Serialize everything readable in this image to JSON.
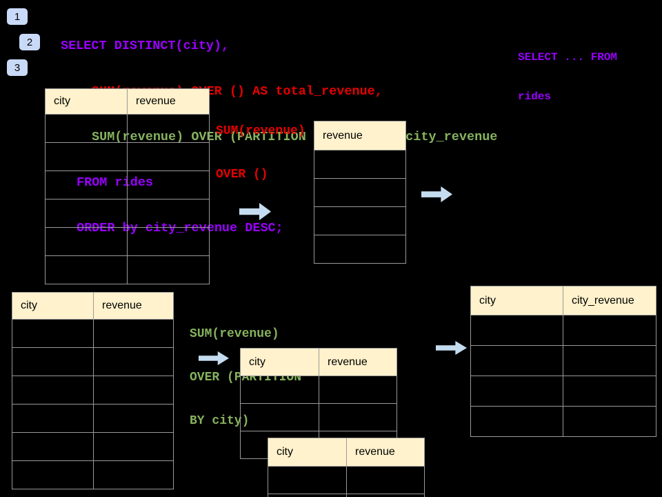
{
  "colors": {
    "background": "#000000",
    "sql_purple": "#9900FF",
    "sql_red": "#E60000",
    "sql_green": "#86B35E",
    "table_header_bg": "#FFF2CC",
    "table_border": "#9A9A9A",
    "arrow_fill": "#C5DCF0",
    "badge_bg": "#C9DAF8",
    "badge_text": "#000000"
  },
  "badges": [
    {
      "label": "1"
    },
    {
      "label": "2"
    },
    {
      "label": "3"
    }
  ],
  "sql_code": {
    "lines": [
      {
        "text": "SELECT DISTINCT(city),",
        "color": "purple"
      },
      {
        "text": "SUM(revenue) OVER () AS total_revenue,",
        "color": "red"
      },
      {
        "text": "SUM(revenue) OVER (PARTITION BY city) as city_revenue",
        "color": "green"
      },
      {
        "text": "FROM rides",
        "color": "purple"
      },
      {
        "text": "ORDER by city_revenue DESC;",
        "color": "purple"
      }
    ]
  },
  "side_note": {
    "lines": [
      "SELECT ... FROM",
      "rides"
    ]
  },
  "annotations": {
    "total": {
      "lines": [
        "SUM(revenue)",
        "OVER ()"
      ]
    },
    "partition": {
      "lines": [
        "SUM(revenue)",
        "OVER (PARTITION",
        "BY city)"
      ]
    }
  },
  "tables": {
    "source_top": {
      "headers": [
        "city",
        "revenue"
      ],
      "rows": [
        [
          "",
          ""
        ],
        [
          "",
          ""
        ],
        [
          "",
          ""
        ],
        [
          "",
          ""
        ],
        [
          "",
          ""
        ],
        [
          "",
          ""
        ]
      ]
    },
    "total_revenue": {
      "headers": [
        "revenue"
      ],
      "rows": [
        [
          ""
        ],
        [
          ""
        ],
        [
          ""
        ],
        [
          ""
        ]
      ]
    },
    "source_bottom": {
      "headers": [
        "city",
        "revenue"
      ],
      "rows": [
        [
          "",
          ""
        ],
        [
          "",
          ""
        ],
        [
          "",
          ""
        ],
        [
          "",
          ""
        ],
        [
          "",
          ""
        ],
        [
          "",
          ""
        ]
      ]
    },
    "partition_group_a": {
      "headers": [
        "city",
        "revenue"
      ],
      "rows": [
        [
          "",
          ""
        ],
        [
          "",
          ""
        ],
        [
          "",
          ""
        ]
      ]
    },
    "partition_group_b": {
      "headers": [
        "city",
        "revenue"
      ],
      "rows": [
        [
          "",
          ""
        ],
        [
          "",
          ""
        ]
      ]
    },
    "result": {
      "headers": [
        "city",
        "city_revenue"
      ],
      "rows": [
        [
          "",
          ""
        ],
        [
          "",
          ""
        ],
        [
          "",
          ""
        ],
        [
          "",
          ""
        ]
      ]
    }
  },
  "arrows": [
    {
      "name": "source-to-total"
    },
    {
      "name": "total-to-result"
    },
    {
      "name": "source-to-partition"
    },
    {
      "name": "partition-to-result"
    }
  ]
}
